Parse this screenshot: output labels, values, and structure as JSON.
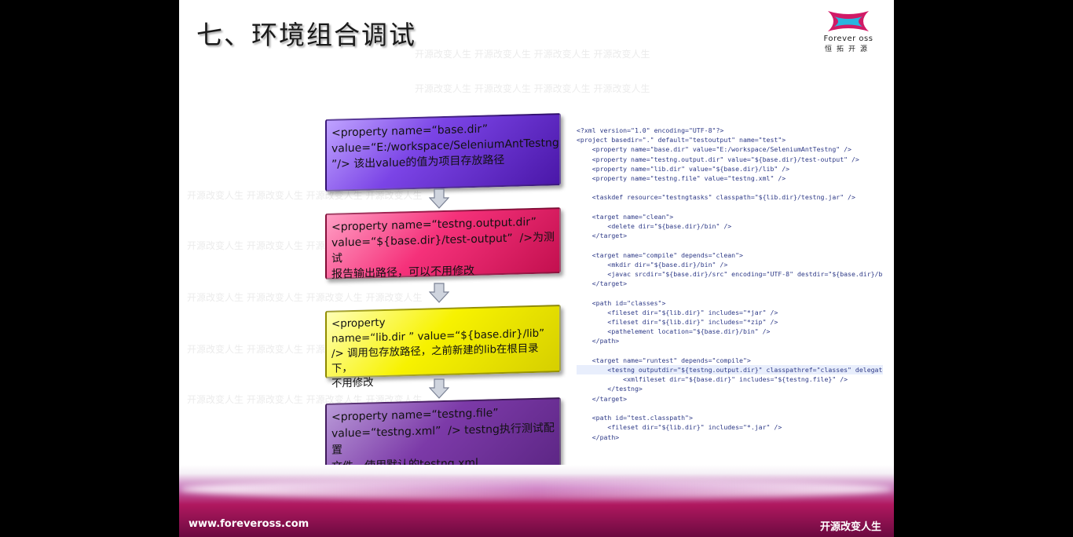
{
  "slide": {
    "title": "七、环境组合调试",
    "logo": {
      "brand": "Forever oss",
      "cn": "恒拓开源"
    },
    "watermark_text": "开源改变人生  开源改变人生  开源改变人生  开源改变人生",
    "boxes": [
      {
        "lines": [
          "<property name=“base.dir”",
          "value=“E:/workspace/SeleniumAntTestng",
          "”/> 该出value的值为项目存放路径"
        ],
        "color": "#6a35d6"
      },
      {
        "lines": [
          "<property name=“testng.output.dir”",
          "value=“${base.dir}/test-output”  />为测试",
          "报告输出路径，可以不用修改"
        ],
        "color": "#f0306f"
      },
      {
        "lines": [
          "<property",
          "name=“lib.dir ” value=“${base.dir}/lib”",
          "/> 调用包存放路径，之前新建的lib在根目录下，",
          "不用修改"
        ],
        "color": "#f5ef00"
      },
      {
        "lines": [
          "<property name=“testng.file”",
          "value=“testng.xml”  /> testng执行测试配置",
          "文件，使用默认的testng.xml"
        ],
        "color": "#7a38a8"
      }
    ],
    "code_lines": [
      "<?xml version=\"1.0\" encoding=\"UTF-8\"?>",
      "<project basedir=\".\" default=\"testoutput\" name=\"test\">",
      "    <property name=\"base.dir\" value=\"E:/workspace/SeleniumAntTestng\" />",
      "    <property name=\"testng.output.dir\" value=\"${base.dir}/test-output\" />",
      "    <property name=\"lib.dir\" value=\"${base.dir}/lib\" />",
      "    <property name=\"testng.file\" value=\"testng.xml\" />",
      "",
      "    <taskdef resource=\"testngtasks\" classpath=\"${lib.dir}/testng.jar\" />",
      "",
      "    <target name=\"clean\">",
      "        <delete dir=\"${base.dir}/bin\" />",
      "    </target>",
      "",
      "    <target name=\"compile\" depends=\"clean\">",
      "        <mkdir dir=\"${base.dir}/bin\" />",
      "        <javac srcdir=\"${base.dir}/src\" encoding=\"UTF-8\" destdir=\"${base.dir}/bin\"",
      "    </target>",
      "",
      "    <path id=\"classes\">",
      "        <fileset dir=\"${lib.dir}\" includes=\"*jar\" />",
      "        <fileset dir=\"${lib.dir}\" includes=\"*zip\" />",
      "        <pathelement location=\"${base.dir}/bin\" />",
      "    </path>",
      "",
      "    <target name=\"runtest\" depends=\"compile\">",
      "        <testng outputdir=\"${testng.output.dir}\" classpathref=\"classes\" delegateCo",
      "            <xmlfileset dir=\"${base.dir}\" includes=\"${testng.file}\" />",
      "        </testng>",
      "    </target>",
      "",
      "    <path id=\"test.classpath\">",
      "        <fileset dir=\"${lib.dir}\" includes=\"*.jar\" />",
      "    </path>"
    ],
    "highlighted_code_line": 25,
    "footer": {
      "url": "www.foreveross.com",
      "slogan": "开源改变人生"
    }
  }
}
